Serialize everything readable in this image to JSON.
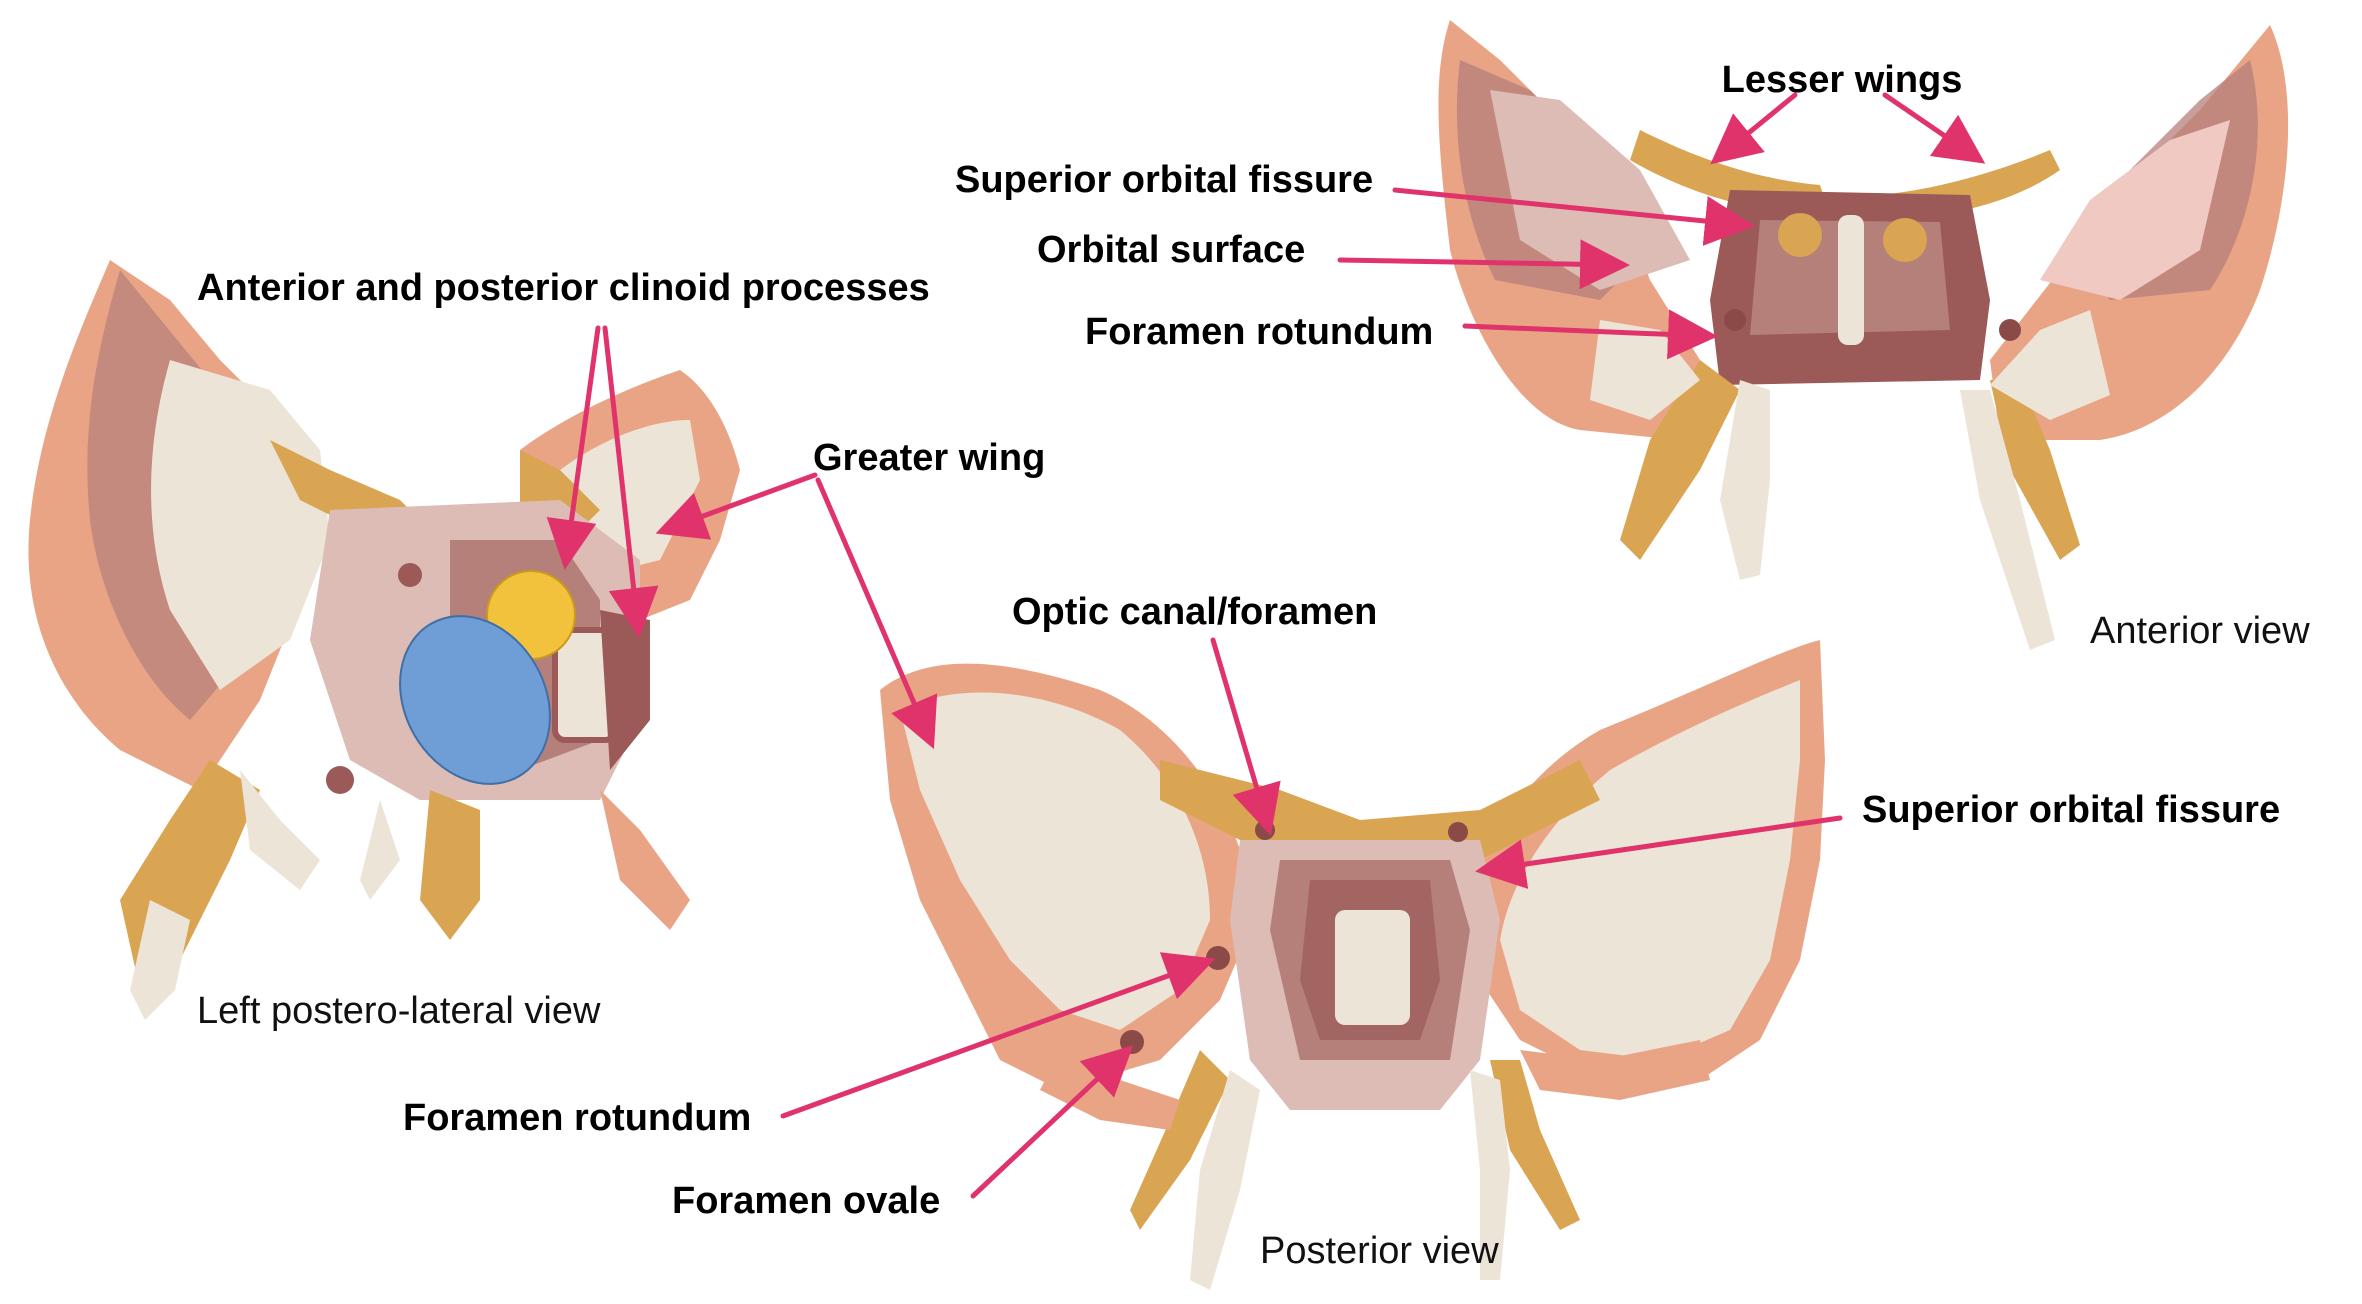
{
  "labels": {
    "lesser_wings": "Lesser wings",
    "superior_orbital_fissure_anterior": "Superior orbital fissure",
    "orbital_surface": "Orbital surface",
    "foramen_rotundum_anterior": "Foramen rotundum",
    "anterior_posterior_clinoid": "Anterior and posterior clinoid processes",
    "greater_wing": "Greater wing",
    "optic_canal": "Optic canal/foramen",
    "superior_orbital_fissure_posterior": "Superior orbital fissure",
    "foramen_rotundum_posterior": "Foramen rotundum",
    "foramen_ovale": "Foramen ovale"
  },
  "captions": {
    "anterior_view": "Anterior view",
    "left_postero_lateral_view": "Left postero-lateral view",
    "posterior_view": "Posterior view"
  },
  "colors": {
    "arrow": "#e0336b",
    "bone_light": "#ede4d8",
    "bone_salmon": "#e9a486",
    "bone_mauve": "#b57f7a",
    "bone_dark": "#9b5a57",
    "bone_gold": "#d9a552",
    "marker_yellow": "#f2c23c",
    "marker_blue": "#6f9ed6"
  }
}
